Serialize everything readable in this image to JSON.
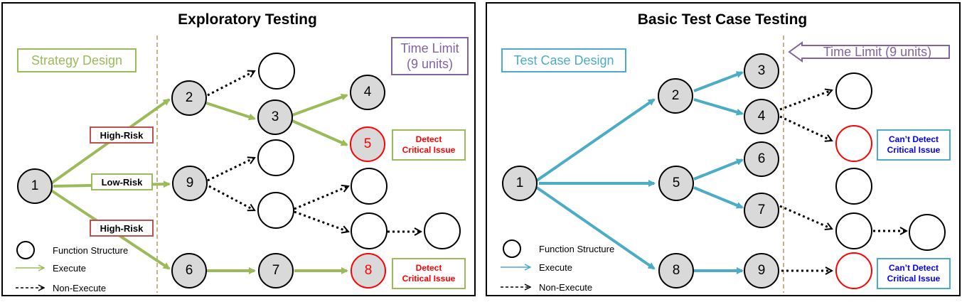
{
  "colors": {
    "green": "#9bbb59",
    "blue": "#4bacc6",
    "purple": "#8064a2",
    "red_box": "#c0504d",
    "red_text": "#ff0000",
    "blue_text": "#0000ff",
    "node_fill": "#d9d9d9",
    "divider": "#c4b48a"
  },
  "left": {
    "title": "Exploratory Testing",
    "strategy_label": "Strategy Design",
    "time_limit_line1": "Time Limit",
    "time_limit_line2": "(9 units)",
    "risk_high_top": "High-Risk",
    "risk_low": "Low-Risk",
    "risk_high_bottom": "High-Risk",
    "result_top_line1": "Detect",
    "result_top_line2": "Critical Issue",
    "result_bottom_line1": "Detect",
    "result_bottom_line2": "Critical Issue",
    "nodes": {
      "n1": "1",
      "n2": "2",
      "n3": "3",
      "n4": "4",
      "n5": "5",
      "n6": "6",
      "n7": "7",
      "n8": "8",
      "n9": "9"
    },
    "legend": {
      "structure": "Function Structure",
      "execute": "Execute",
      "non_execute": "Non-Execute"
    }
  },
  "right": {
    "title": "Basic Test Case Testing",
    "design_label": "Test Case Design",
    "time_limit": "Time Limit (9 units)",
    "result_top_line1": "Can’t Detect",
    "result_top_line2": "Critical Issue",
    "result_bottom_line1": "Can’t Detect",
    "result_bottom_line2": "Critical Issue",
    "nodes": {
      "n1": "1",
      "n2": "2",
      "n3": "3",
      "n4": "4",
      "n5": "5",
      "n6": "6",
      "n7": "7",
      "n8": "8",
      "n9": "9"
    },
    "legend": {
      "structure": "Function Structure",
      "execute": "Execute",
      "non_execute": "Non-Execute"
    }
  }
}
